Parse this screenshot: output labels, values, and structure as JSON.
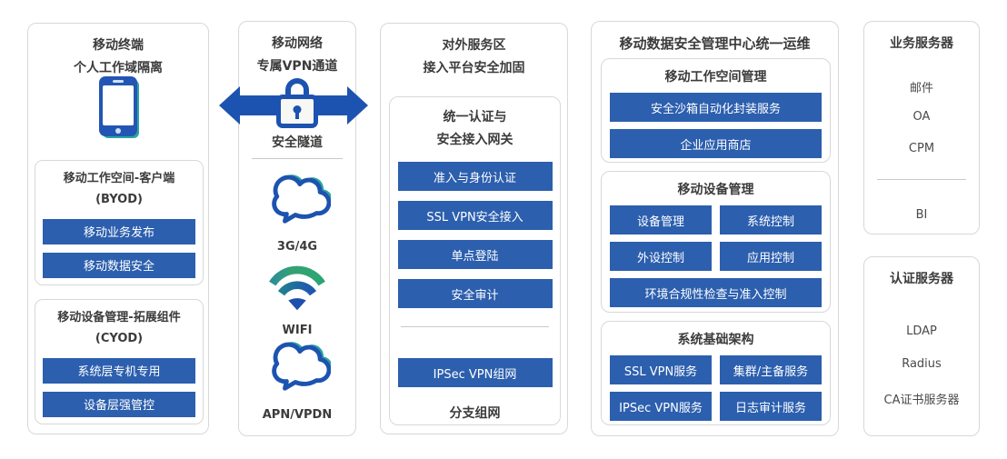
{
  "palette": {
    "node_blue": "#2c5fae",
    "deep_blue": "#1d53b0",
    "teal": "#2aa49c",
    "green": "#34a273",
    "panel_border": "#d8d8d8",
    "title_text": "#3b3b3b",
    "item_text": "#4a4a4a",
    "node_text": "#ffffff"
  },
  "terminal": {
    "title1": "移动终端",
    "title2": "个人工作域隔离",
    "phone_icon": "smartphone-icon",
    "groups": [
      {
        "title1": "移动工作空间-客户端",
        "title2": "(BYOD)",
        "nodes": [
          "移动业务发布",
          "移动数据安全"
        ]
      },
      {
        "title1": "移动设备管理-拓展组件",
        "title2": "(CYOD)",
        "nodes": [
          "系统层专机专用",
          "设备层强管控"
        ]
      }
    ]
  },
  "network": {
    "title1": "移动网络",
    "title2": "专属VPN通道",
    "lock_icon": "padlock-icon",
    "arrow_icon": "double-headed-arrow-icon",
    "tunnel_label": "安全隧道",
    "channels": [
      {
        "icon": "cloud-icon",
        "label": "3G/4G"
      },
      {
        "icon": "wifi-icon",
        "label": "WIFI"
      },
      {
        "icon": "cloud-icon",
        "label": "APN/VPDN"
      }
    ]
  },
  "gateway": {
    "title1": "对外服务区",
    "title2": "接入平台安全加固",
    "inner_title1": "统一认证与",
    "inner_title2": "安全接入网关",
    "nodes": [
      "准入与身份认证",
      "SSL VPN安全接入",
      "单点登陆",
      "安全审计"
    ],
    "branch_node": "IPSec VPN组网",
    "branch_label": "分支组网"
  },
  "management": {
    "title": "移动数据安全管理中心统一运维",
    "sections": [
      {
        "title": "移动工作空间管理",
        "rows": [
          "安全沙箱自动化封装服务",
          "企业应用商店"
        ]
      },
      {
        "title": "移动设备管理",
        "grid": [
          "设备管理",
          "系统控制",
          "外设控制",
          "应用控制"
        ],
        "full": "环境合规性检查与准入控制"
      },
      {
        "title": "系统基础架构",
        "grid": [
          "SSL VPN服务",
          "集群/主备服务",
          "IPSec VPN服务",
          "日志审计服务"
        ]
      }
    ]
  },
  "servers": {
    "business": {
      "title": "业务服务器",
      "items": [
        "邮件",
        "OA",
        "CPM"
      ],
      "below_divider": "BI"
    },
    "auth": {
      "title": "认证服务器",
      "items": [
        "LDAP",
        "Radius",
        "CA证书服务器"
      ]
    }
  }
}
